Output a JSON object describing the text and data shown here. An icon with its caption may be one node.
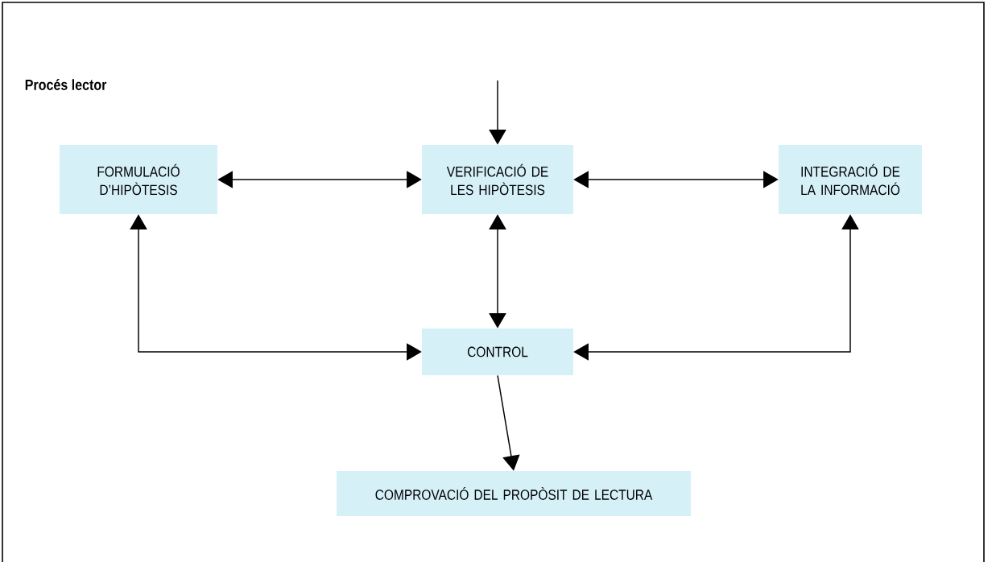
{
  "diagram": {
    "title": "Procés lector",
    "nodes": [
      {
        "text": [
          "FORMULACIÓ D’HIPÒTESIS"
        ]
      },
      {
        "text": [
          "VERIFICACIÓ DE LES HIPÒTESIS"
        ]
      },
      {
        "text": [
          "INTEGRACIÓ DE LA INFORMACIÓ"
        ]
      },
      {
        "text": [
          "CONTROL"
        ]
      },
      {
        "text": [
          "COMPROVACIÓ DEL PROPÒSIT DE LECTURA"
        ]
      }
    ],
    "edges": [
      {
        "from": null,
        "to": 1,
        "arrow": "to"
      },
      {
        "from": 0,
        "to": 1,
        "arrow": "both"
      },
      {
        "from": 1,
        "to": 2,
        "arrow": "both"
      },
      {
        "from": 1,
        "to": 3,
        "arrow": "both"
      },
      {
        "from": 0,
        "to": 3,
        "arrow": "both"
      },
      {
        "from": 2,
        "to": 3,
        "arrow": "both"
      },
      {
        "from": 3,
        "to": 4,
        "arrow": "to"
      }
    ]
  }
}
